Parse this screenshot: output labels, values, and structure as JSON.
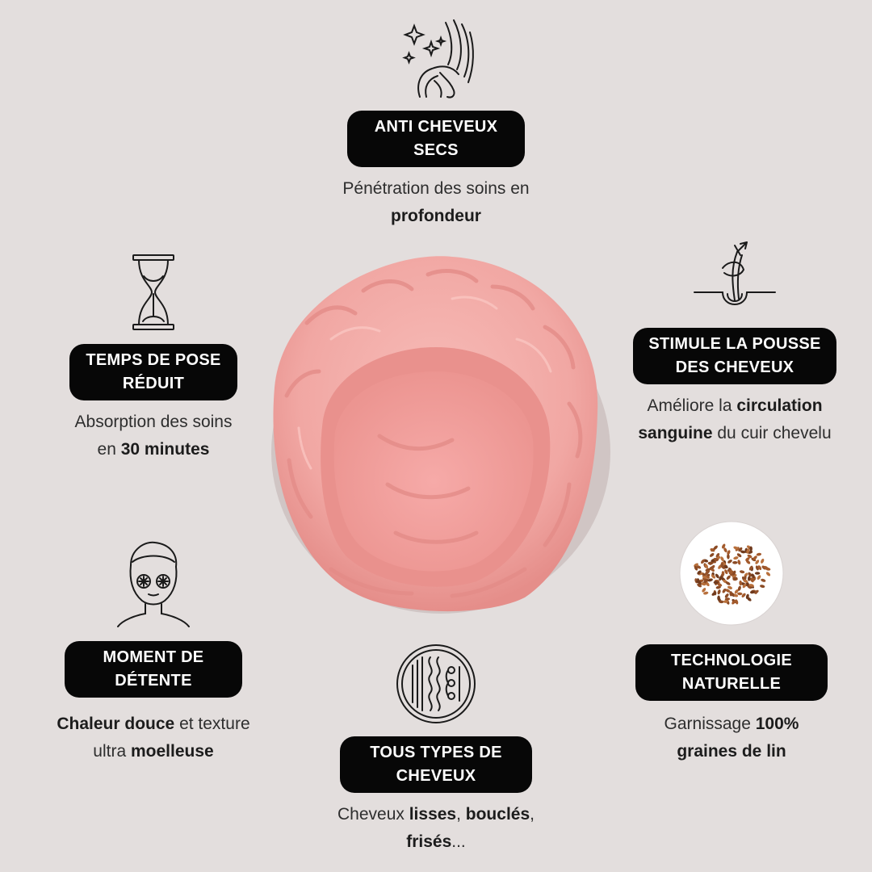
{
  "features": {
    "anti_dry": {
      "icon": "hair-sparkle-icon",
      "title_line1": "ANTI CHEVEUX",
      "title_line2": "SECS",
      "desc_line1": "Pénétration des soins en",
      "desc_line2_bold": "profondeur"
    },
    "pose_time": {
      "icon": "hourglass-icon",
      "title_line1": "TEMPS DE POSE",
      "title_line2": "RÉDUIT",
      "desc_line1": "Absorption des soins",
      "desc_line2_pre": "en ",
      "desc_line2_bold": "30 minutes"
    },
    "growth": {
      "icon": "hair-follicle-icon",
      "title_line1": "STIMULE LA POUSSE",
      "title_line2": "DES CHEVEUX",
      "desc_line1_pre": "Améliore la ",
      "desc_line1_bold": "circulation",
      "desc_line2_bold": "sanguine",
      "desc_line2_post": " du cuir chevelu"
    },
    "relax": {
      "icon": "face-towel-cucumber-icon",
      "title_line1": "MOMENT DE",
      "title_line2": "DÉTENTE",
      "desc_line1_bold": "Chaleur douce",
      "desc_line1_post": " et texture",
      "desc_line2_pre": "ultra ",
      "desc_line2_bold": "moelleuse"
    },
    "hair_types": {
      "icon": "hair-types-circle-icon",
      "title_line1": "TOUS TYPES DE",
      "title_line2": "CHEVEUX",
      "desc_line1_pre": "Cheveux ",
      "desc_line1_bold1": "lisses",
      "desc_line1_mid": ", ",
      "desc_line1_bold2": "bouclés",
      "desc_line1_post": ",",
      "desc_line2_bold": "frisés",
      "desc_line2_post": "..."
    },
    "natural_tech": {
      "icon": "flax-seeds-image",
      "title_line1": "TECHNOLOGIE",
      "title_line2": "NATURELLE",
      "desc_line1_pre": "Garnissage ",
      "desc_line1_bold": "100%",
      "desc_line2_bold": "graines de lin"
    }
  },
  "colors": {
    "background": "#e3dedd",
    "pill": "#070707",
    "product_pink": "#f2a9a6"
  }
}
